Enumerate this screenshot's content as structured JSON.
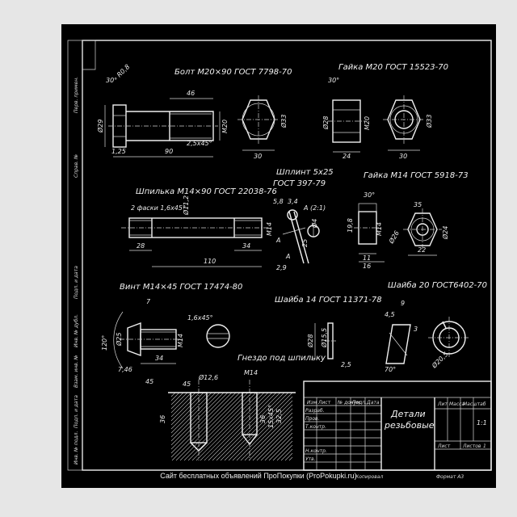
{
  "parts": {
    "bolt": {
      "title": "Болт М20×90 ГОСТ 7798-70",
      "dims": [
        "30°",
        "R0,8",
        "46",
        "Ø29",
        "М20",
        "1,25",
        "90",
        "2,5х45°",
        "Ø33",
        "30"
      ]
    },
    "nut_m20": {
      "title": "Гайка М20 ГОСТ 15523-70",
      "dims": [
        "30°",
        "Ø28",
        "М20",
        "24",
        "Ø33",
        "30"
      ]
    },
    "stud": {
      "title": "Шпилька М14×90 ГОСТ 22038-76",
      "dims": [
        "2 фаски 1,6х45°",
        "Ø11,2",
        "М14",
        "28",
        "34",
        "110"
      ]
    },
    "cotter": {
      "title": "Шплинт 5х25",
      "subtitle": "ГОСТ 397-79",
      "dims": [
        "А (2:1)",
        "5,8",
        "3,4",
        "А",
        "25",
        "2,9",
        "Ø4",
        "А"
      ]
    },
    "nut_m14": {
      "title": "Гайка М14 ГОСТ 5918-73",
      "dims": [
        "30°",
        "35",
        "19,8",
        "М14",
        "Ø26",
        "11",
        "16",
        "Ø24",
        "22"
      ]
    },
    "screw": {
      "title": "Винт М14×45 ГОСТ 17474-80",
      "dims": [
        "7",
        "1,6х45°",
        "120°",
        "Ø25",
        "М14",
        "7,46",
        "34",
        "45"
      ]
    },
    "washer14": {
      "title": "Шайба 14 ГОСТ 11371-78",
      "dims": [
        "Ø28",
        "Ø15,5",
        "2,5"
      ]
    },
    "washer20": {
      "title": "Шайба 20 ГОСТ6402-70",
      "dims": [
        "9",
        "4,5",
        "3",
        "70°",
        "Ø20,5"
      ]
    },
    "socket": {
      "title": "Гнездо под шпильку",
      "dims": [
        "Ø12,6",
        "М14",
        "45",
        "36",
        "32,5",
        "15х45°",
        "36"
      ]
    }
  },
  "title_block": {
    "name_line1": "Детали",
    "name_line2": "резьбовые",
    "col_lit": "Лит",
    "col_mass": "Масса",
    "col_scale": "Масштаб",
    "scale": "1:1",
    "sheet_label": "Лист",
    "sheets_label": "Листов",
    "sheets_count": "1",
    "rows": [
      "Изм",
      "Лист",
      "№ докум.",
      "Подп.",
      "Дата",
      "Разраб.",
      "Пров.",
      "Т.контр.",
      "Н.контр.",
      "Утв."
    ],
    "copied": "Копировал",
    "format": "Формат  А3"
  },
  "side_labels": [
    "Перв. примен.",
    "Справ. №",
    "Подп. и дата",
    "Инв. № дубл.",
    "Взам. инв. №",
    "Подп. и дата",
    "Инв. № подл."
  ],
  "footer": "Сайт бесплатных объявлений ПроПокупки (ProPokupki.ru)"
}
